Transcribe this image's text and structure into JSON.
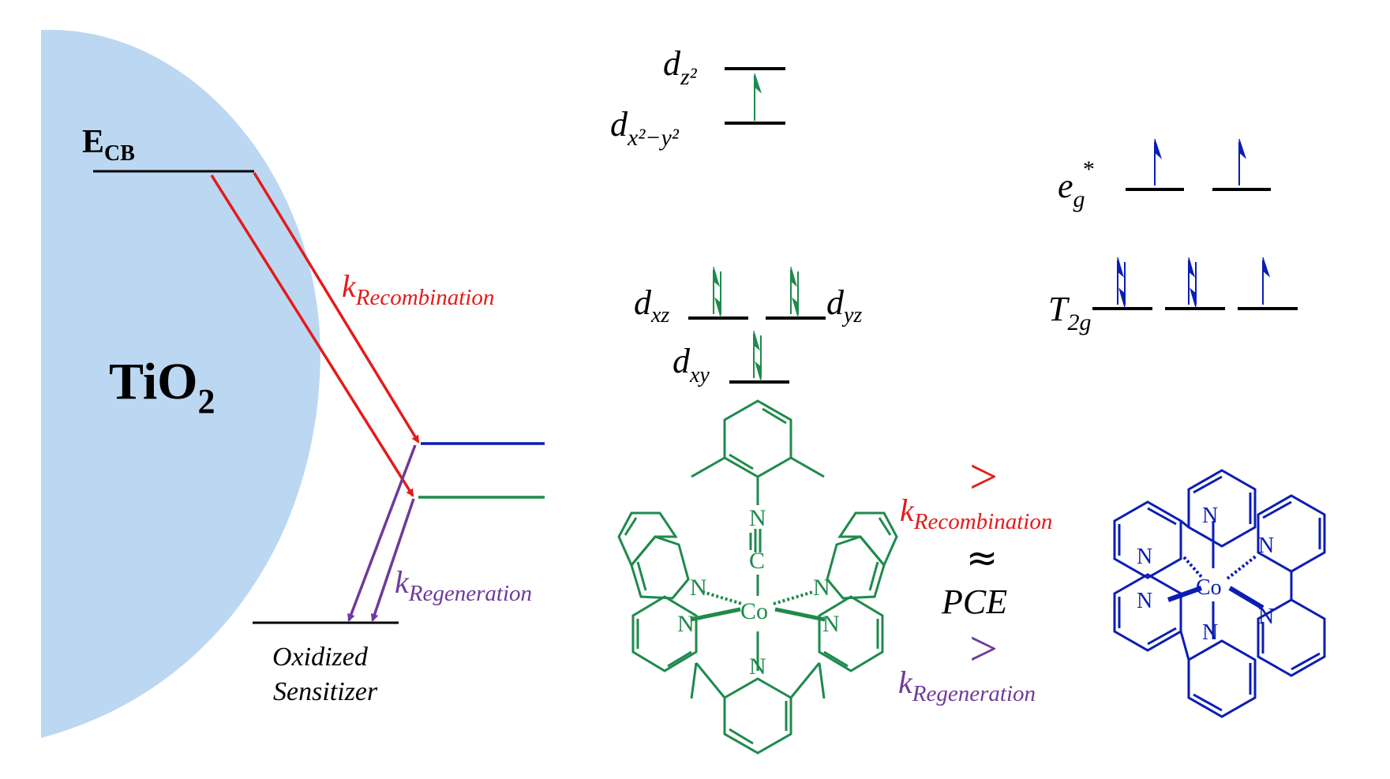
{
  "colors": {
    "tio2_fill": "#bcd7f1",
    "red": "#e31b1b",
    "purple": "#6e3a9c",
    "blue": "#0a1db4",
    "green": "#1e8a4c",
    "black": "#000000"
  },
  "left_panel": {
    "ecb_main": "E",
    "ecb_sub": "CB",
    "tio2_main": "TiO",
    "tio2_sub": "2",
    "k_rec_main": "k",
    "k_rec_sub": "Recombination",
    "k_reg_main": "k",
    "k_reg_sub": "Regeneration",
    "oxidized_line1": "Oxidized",
    "oxidized_line2": "Sensitizer"
  },
  "green_complex_dorbitals": {
    "dz2_main": "d",
    "dz2_sub": "z²",
    "dx2y2_main": "d",
    "dx2y2_sub": "x²−y²",
    "dxz_main": "d",
    "dxz_sub": "xz",
    "dyz_main": "d",
    "dyz_sub": "yz",
    "dxy_main": "d",
    "dxy_sub": "xy"
  },
  "blue_complex_dorbitals": {
    "eg_main": "e",
    "eg_sub": "g",
    "eg_sup": "*",
    "t2g_main": "T",
    "t2g_sub": "2g"
  },
  "comparison": {
    "gt_top": ">",
    "k_rec_main": "k",
    "k_rec_sub": "Recombination",
    "approx": "≈",
    "pce": "PCE",
    "gt_bottom": ">",
    "k_reg_main": "k",
    "k_reg_sub": "Regeneration"
  },
  "green_molecule": {
    "atom_N_iso": "N",
    "atom_C_iso": "C",
    "center": "Co",
    "atom_N": "N"
  },
  "blue_molecule": {
    "center": "Co",
    "atom_N": "N"
  },
  "electron_icons": [
    "up-arrow-icon",
    "up-down-arrow-pair-icon"
  ]
}
